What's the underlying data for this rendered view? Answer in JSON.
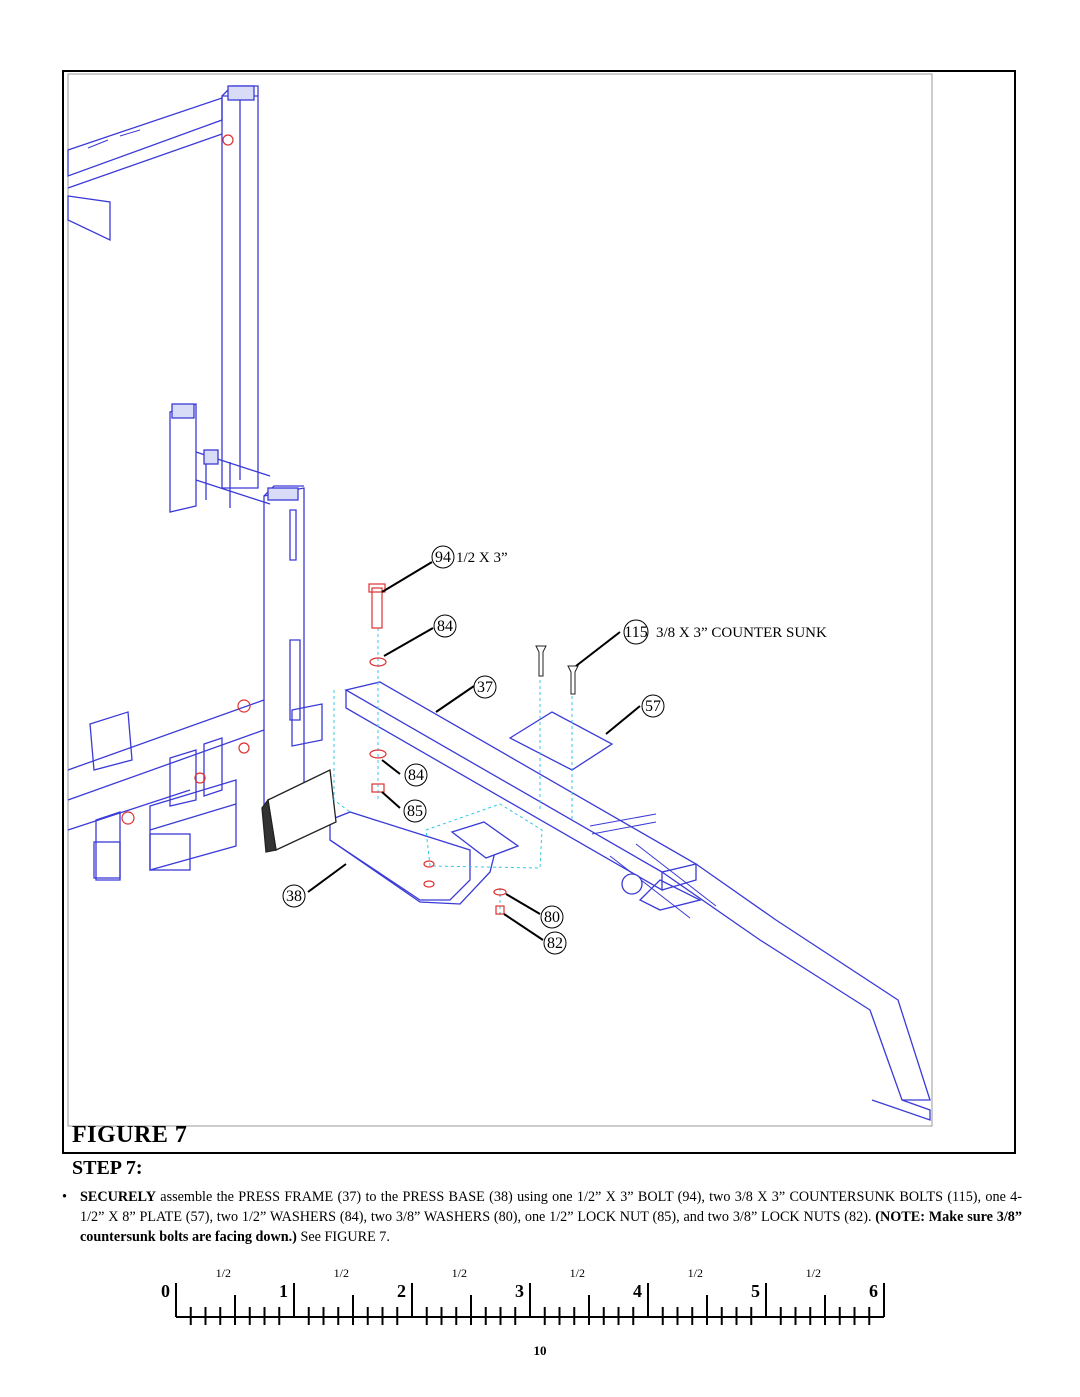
{
  "figure": {
    "caption": "FIGURE 7",
    "callouts": [
      {
        "id": "94",
        "label": "1/2  X  3”"
      },
      {
        "id": "84",
        "label": ""
      },
      {
        "id": "115",
        "label": "3/8  X 3” COUNTER SUNK"
      },
      {
        "id": "37",
        "label": ""
      },
      {
        "id": "57",
        "label": ""
      },
      {
        "id": "84b",
        "label": ""
      },
      {
        "id": "85",
        "label": ""
      },
      {
        "id": "38",
        "label": ""
      },
      {
        "id": "80",
        "label": ""
      },
      {
        "id": "82",
        "label": ""
      }
    ],
    "callout_numbers": {
      "c94": "94",
      "c84a": "84",
      "c115": "115",
      "c37": "37",
      "c57": "57",
      "c84b": "84",
      "c85": "85",
      "c38": "38",
      "c80": "80",
      "c82": "82"
    },
    "colors": {
      "frame_lines": "#3a3ad8",
      "hardware": "#e03030",
      "guides": "#30c8e8"
    }
  },
  "step": {
    "heading": "STEP 7:",
    "bullet": "•",
    "lead": "SECURELY",
    "text": " assemble the PRESS FRAME (37) to the PRESS BASE (38) using one 1/2” X 3”  BOLT (94), two 3/8 X 3”  COUNTERSUNK BOLTS (115), one 4-1/2” X 8”  PLATE (57), two 1/2” WASHERS (84), two 3/8” WASHERS (80), one 1/2” LOCK NUT (85), and two 3/8” LOCK NUTS (82). ",
    "note_bold": "(NOTE: Make sure 3/8” countersunk bolts are facing down.)",
    "note_tail": " See FIGURE 7."
  },
  "ruler": {
    "inch_labels": [
      "0",
      "1",
      "2",
      "3",
      "4",
      "5",
      "6"
    ],
    "half_labels": [
      "1/2",
      "1/2",
      "1/2",
      "1/2",
      "1/2",
      "1/2"
    ]
  },
  "page_number": "10"
}
